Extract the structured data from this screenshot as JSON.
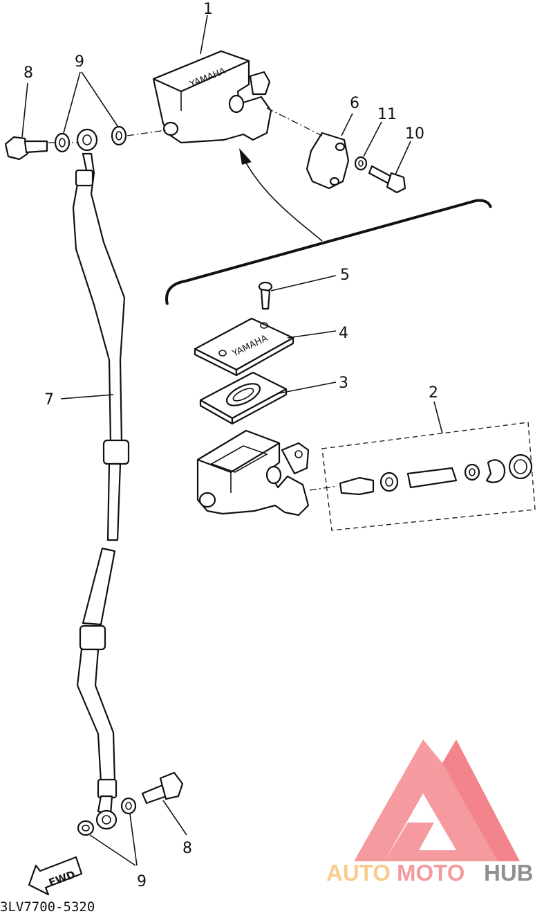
{
  "callouts": {
    "c1": "1",
    "c2": "2",
    "c3": "3",
    "c4": "4",
    "c5": "5",
    "c6": "6",
    "c7": "7",
    "c8a": "8",
    "c8b": "8",
    "c9a": "9",
    "c9b": "9",
    "c10": "10",
    "c11": "11"
  },
  "emboss": {
    "top_cover": "YAMAHA",
    "cover": "YAMAHA"
  },
  "direction_label": "FWD",
  "drawing_code": "3LV7700-5320",
  "watermark": {
    "word1": "AUTO",
    "word2": "MOTO",
    "word3": "HUB",
    "colors": {
      "pink": "#f48a8f",
      "orange": "#f8c27a",
      "gray": "#7d7d7d"
    }
  }
}
